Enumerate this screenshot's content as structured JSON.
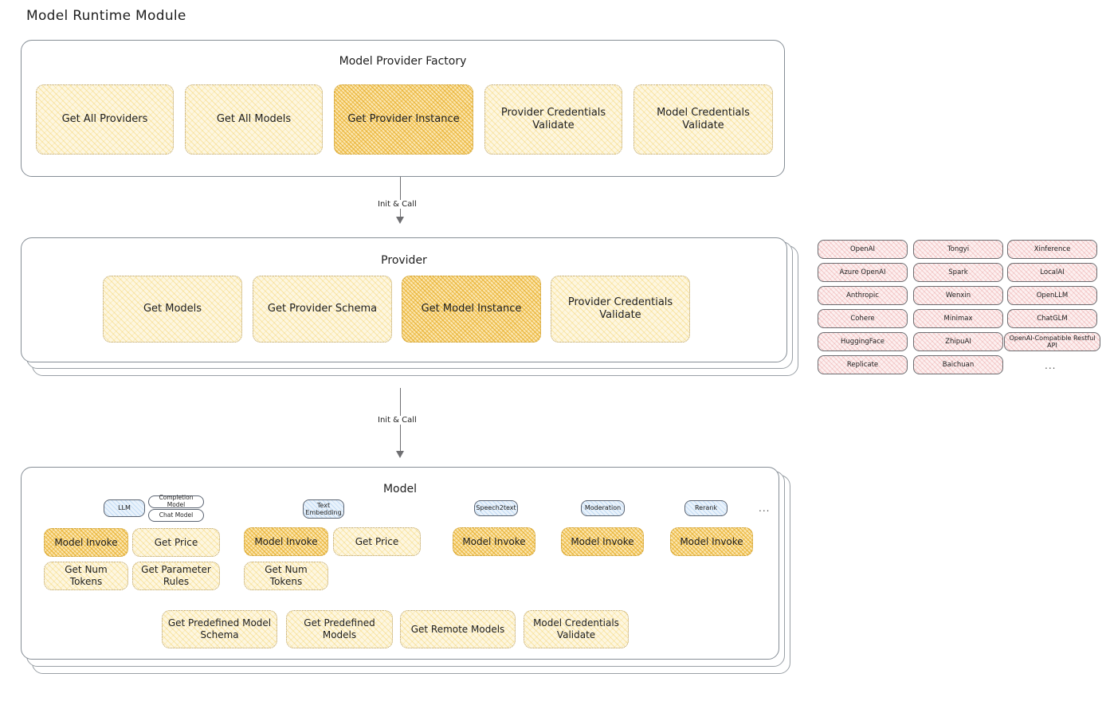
{
  "page": {
    "title": "Model Runtime Module"
  },
  "factory": {
    "title": "Model Provider Factory",
    "nodes": [
      {
        "label": "Get All Providers",
        "highlighted": false
      },
      {
        "label": "Get All Models",
        "highlighted": false
      },
      {
        "label": "Get Provider Instance",
        "highlighted": true
      },
      {
        "label": "Provider Credentials Validate",
        "highlighted": false
      },
      {
        "label": "Model Credentials Validate",
        "highlighted": false
      }
    ]
  },
  "arrows": [
    {
      "label": "Init & Call"
    },
    {
      "label": "Init & Call"
    }
  ],
  "provider": {
    "title": "Provider",
    "nodes": [
      {
        "label": "Get Models",
        "highlighted": false
      },
      {
        "label": "Get Provider Schema",
        "highlighted": false
      },
      {
        "label": "Get Model Instance",
        "highlighted": true
      },
      {
        "label": "Provider Credentials Validate",
        "highlighted": false
      }
    ]
  },
  "provider_list": {
    "columns": [
      [
        "OpenAI",
        "Azure OpenAI",
        "Anthropic",
        "Cohere",
        "HuggingFace",
        "Replicate"
      ],
      [
        "Tongyi",
        "Spark",
        "Wenxin",
        "Minimax",
        "ZhipuAI",
        "Baichuan"
      ],
      [
        "Xinference",
        "LocalAI",
        "OpenLLM",
        "ChatGLM",
        "OpenAI-Compatible Restful API"
      ]
    ],
    "more": "..."
  },
  "model": {
    "title": "Model",
    "more": "...",
    "groups": [
      {
        "tag": "LLM",
        "subtags": [
          "Completion Model",
          "Chat Model"
        ],
        "nodes": [
          {
            "label": "Model Invoke",
            "highlighted": true
          },
          {
            "label": "Get Price",
            "highlighted": false
          },
          {
            "label": "Get Num Tokens",
            "highlighted": false
          },
          {
            "label": "Get Parameter Rules",
            "highlighted": false
          }
        ]
      },
      {
        "tag": "Text Embedding",
        "subtags": [],
        "nodes": [
          {
            "label": "Model Invoke",
            "highlighted": true
          },
          {
            "label": "Get Price",
            "highlighted": false
          },
          {
            "label": "Get Num Tokens",
            "highlighted": false
          }
        ]
      },
      {
        "tag": "Speech2text",
        "subtags": [],
        "nodes": [
          {
            "label": "Model Invoke",
            "highlighted": true
          }
        ]
      },
      {
        "tag": "Moderation",
        "subtags": [],
        "nodes": [
          {
            "label": "Model Invoke",
            "highlighted": true
          }
        ]
      },
      {
        "tag": "Rerank",
        "subtags": [],
        "nodes": [
          {
            "label": "Model Invoke",
            "highlighted": true
          }
        ]
      }
    ],
    "common_nodes": [
      {
        "label": "Get Predefined Model Schema"
      },
      {
        "label": "Get Predefined Models"
      },
      {
        "label": "Get Remote Models"
      },
      {
        "label": "Model Credentials Validate"
      }
    ]
  },
  "colors": {
    "node_fill": "#fdf6e0",
    "node_highlight_fill": "#fbe6b0",
    "pill_fill": "#fcf0f0",
    "tag_fill": "#e9f2fb",
    "frame_border": "#868e96",
    "text": "#1e1e1e"
  }
}
